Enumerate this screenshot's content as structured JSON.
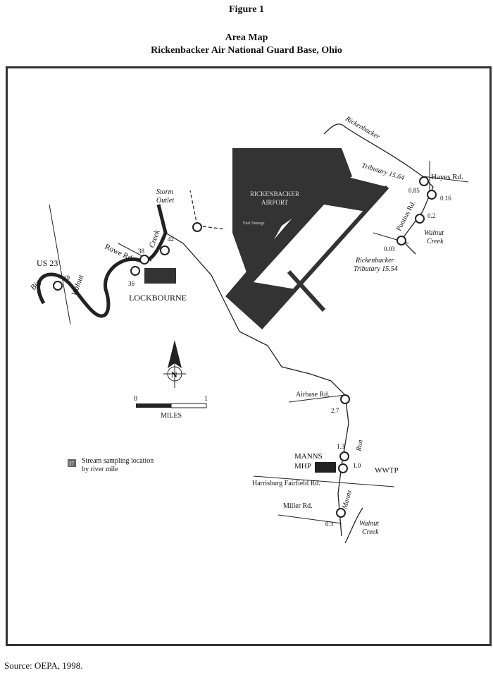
{
  "figure_label": "Figure 1",
  "title": "Area Map",
  "subtitle": "Rickenbacker Air National Guard Base, Ohio",
  "map": {
    "airport": {
      "line1": "RICKENBACKER",
      "line2": "AIRPORT",
      "fuel": "Fuel Storage"
    },
    "places": {
      "lockbourne": "LOCKBOURNE",
      "manns": "MANNS",
      "mhp": "MHP",
      "wwtp": "WWTP"
    },
    "roads": {
      "us23": "US 23",
      "rowe": "Rowe Rd.",
      "hayes": "Hayes Rd.",
      "pontius": "Pontius Rd.",
      "airbase": "Airbase Rd.",
      "harrisburg": "Harrisburg Fairfield Rd.",
      "miller": "Miller Rd."
    },
    "streams": {
      "big": "Big",
      "walnut": "Walnut",
      "creek": "Creek",
      "storm1": "Storm",
      "storm2": "Outlet",
      "rick_a": "Rickenbacker",
      "trib64": "Tributary 15.64",
      "rick_b": "Rickenbacker",
      "trib54": "Tributary 15.54",
      "walnut_creek1": "Walnut",
      "walnut_creek2": "Creek",
      "manns": "Manns",
      "run": "Run",
      "wc2a": "Walnut",
      "wc2b": "Creek"
    },
    "river_miles": {
      "rm19": "19",
      "rm36": "36",
      "rm38": "38",
      "rm42": "42",
      "rm085": "0.85",
      "rm016": "0.16",
      "rm02": "0.2",
      "rm003": "0.03",
      "rm27": "2.7",
      "rm13": "1.3",
      "rm10": "1.0",
      "rm03": "0.3"
    },
    "scale": {
      "zero": "0",
      "one": "1",
      "unit": "MILES"
    },
    "north": "N",
    "legend": {
      "sample": "37",
      "line1": "Stream sampling location",
      "line2": "by river mile"
    }
  },
  "source": "Source: OEPA, 1998."
}
